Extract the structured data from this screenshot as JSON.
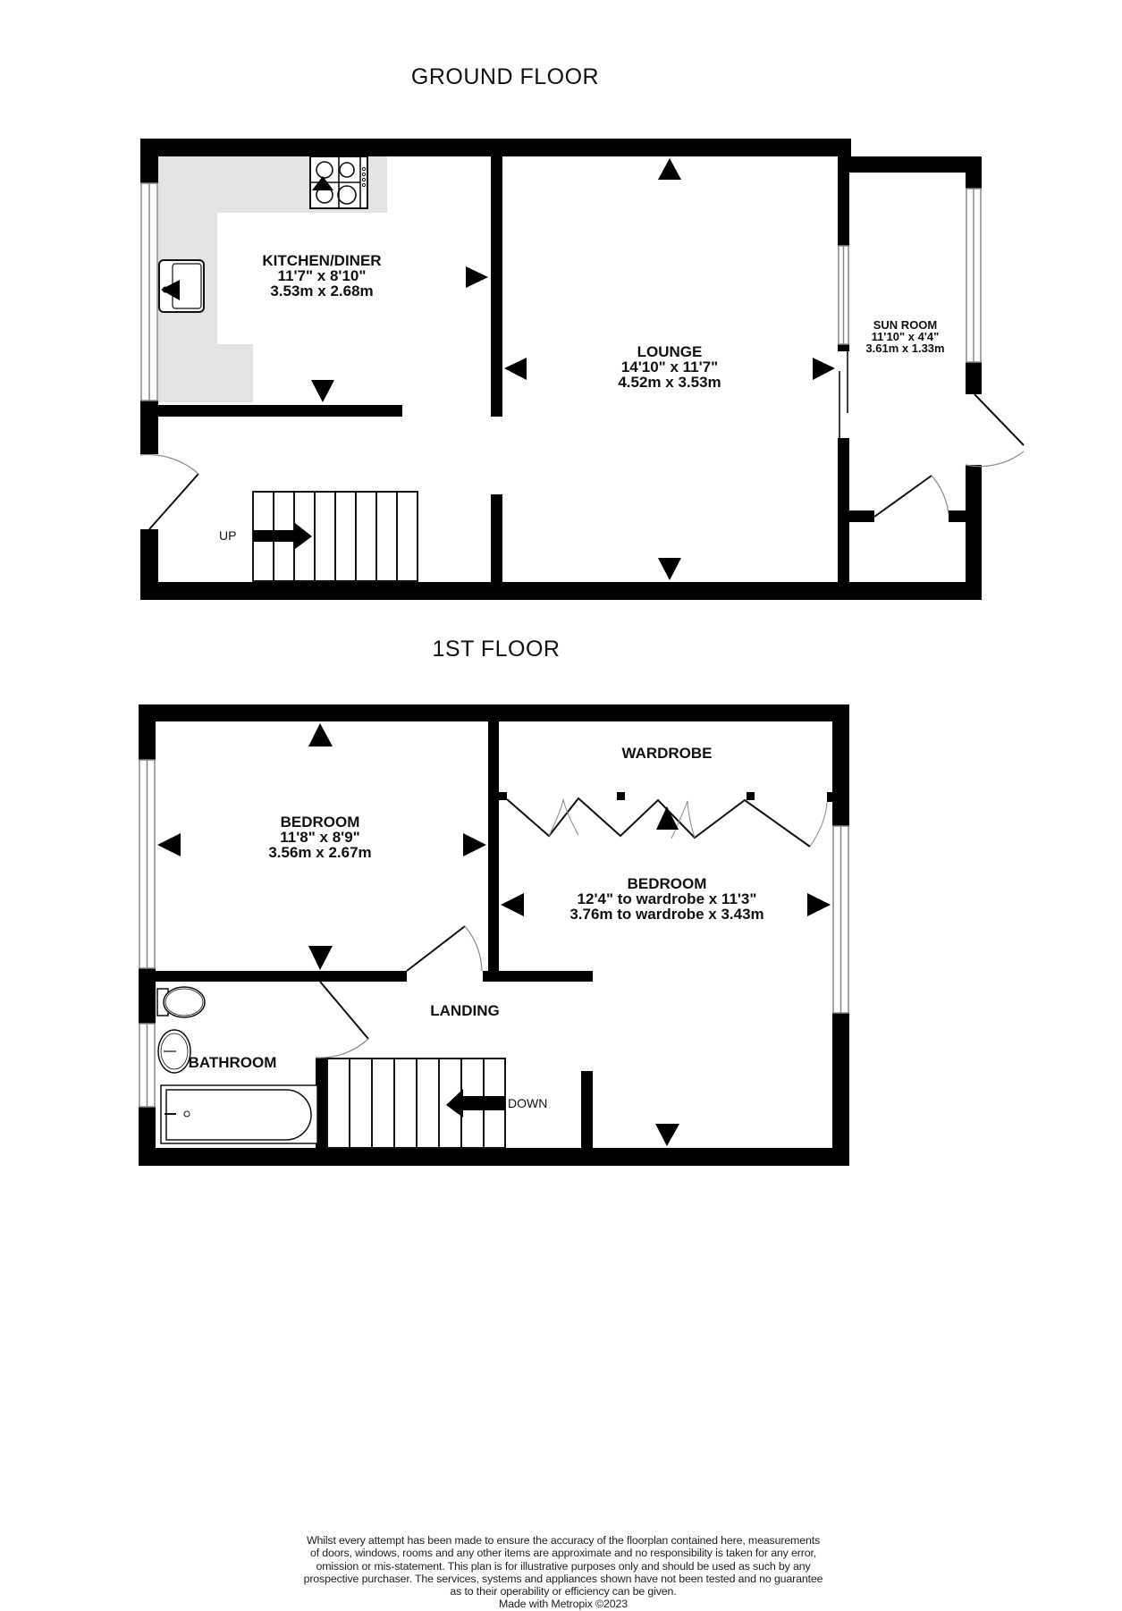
{
  "floors": [
    {
      "title": "GROUND FLOOR",
      "rooms": [
        {
          "name": "KITCHEN/DINER",
          "imperial": "11'7\"  x 8'10\"",
          "metric": "3.53m  x 2.68m"
        },
        {
          "name": "LOUNGE",
          "imperial": "14'10\"  x 11'7\"",
          "metric": "4.52m  x 3.53m"
        },
        {
          "name": "SUN ROOM",
          "imperial": "11'10\"  x 4'4\"",
          "metric": "3.61m  x 1.33m"
        }
      ],
      "stairs_label": "UP"
    },
    {
      "title": "1ST FLOOR",
      "rooms": [
        {
          "name": "BEDROOM",
          "imperial": "11'8\"  x 8'9\"",
          "metric": "3.56m  x 2.67m"
        },
        {
          "name": "BEDROOM",
          "imperial": "12'4\" to wardrobe x 11'3\"",
          "metric": "3.76m to wardrobe x 3.43m"
        },
        {
          "name": "WARDROBE"
        },
        {
          "name": "LANDING"
        },
        {
          "name": "BATHROOM"
        }
      ],
      "stairs_label": "DOWN"
    }
  ],
  "disclaimer": {
    "lines": [
      "Whilst every attempt has been made to ensure the accuracy of the floorplan contained here, measurements",
      "of doors, windows, rooms and any other items are approximate and no responsibility is taken for any error,",
      "omission or mis-statement. This plan is for illustrative purposes only and should be used as such by any",
      "prospective purchaser. The services, systems and appliances shown have not been tested and no guarantee",
      "as to their operability or efficiency can be given."
    ],
    "credit": "Made with Metropix ©2023"
  },
  "colors": {
    "wall": "#000000",
    "worktop": "#e3e3e3",
    "background": "#ffffff",
    "window_line": "#888888"
  }
}
